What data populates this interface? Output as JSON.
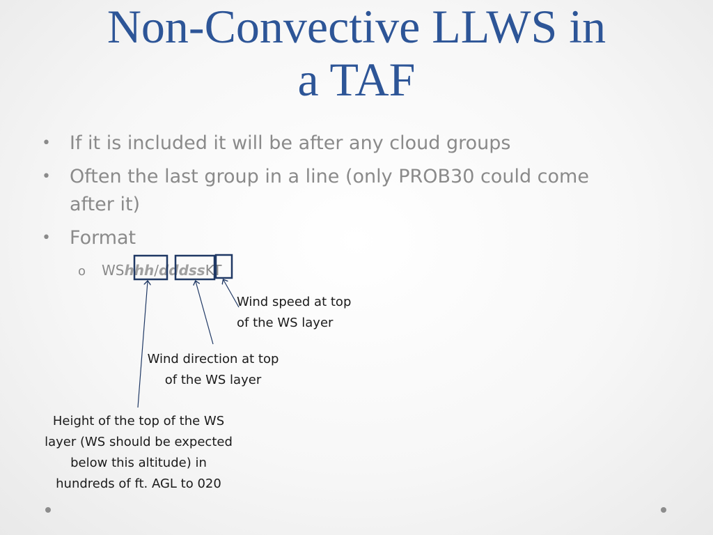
{
  "slide": {
    "title_lines": [
      "Non-Convective LLWS in",
      "a TAF"
    ],
    "bullets": [
      "If it is included it will be after any cloud groups",
      "Often the last group in a line (only PROB30 could come after it)",
      "Format"
    ],
    "bullet_glyph": "•",
    "sub_bullet": {
      "marker": "o",
      "prefix": "WS",
      "height": "hhh",
      "sep": "/",
      "dir": "ddd",
      "speed": "ss",
      "suffix": "KT"
    },
    "annotations": {
      "speed": [
        "Wind speed at top",
        "of the WS layer"
      ],
      "direction": [
        "Wind direction at top",
        "of the WS layer"
      ],
      "height": [
        "Height of the top of the WS",
        "layer (WS should be expected",
        "below this altitude) in",
        "hundreds of ft. AGL to 020"
      ]
    }
  },
  "colors": {
    "title": "#2d5597",
    "bullet_text": "#8a8a8a",
    "annotation_text": "#1a1a1a",
    "callout_box": "#1f3864"
  }
}
